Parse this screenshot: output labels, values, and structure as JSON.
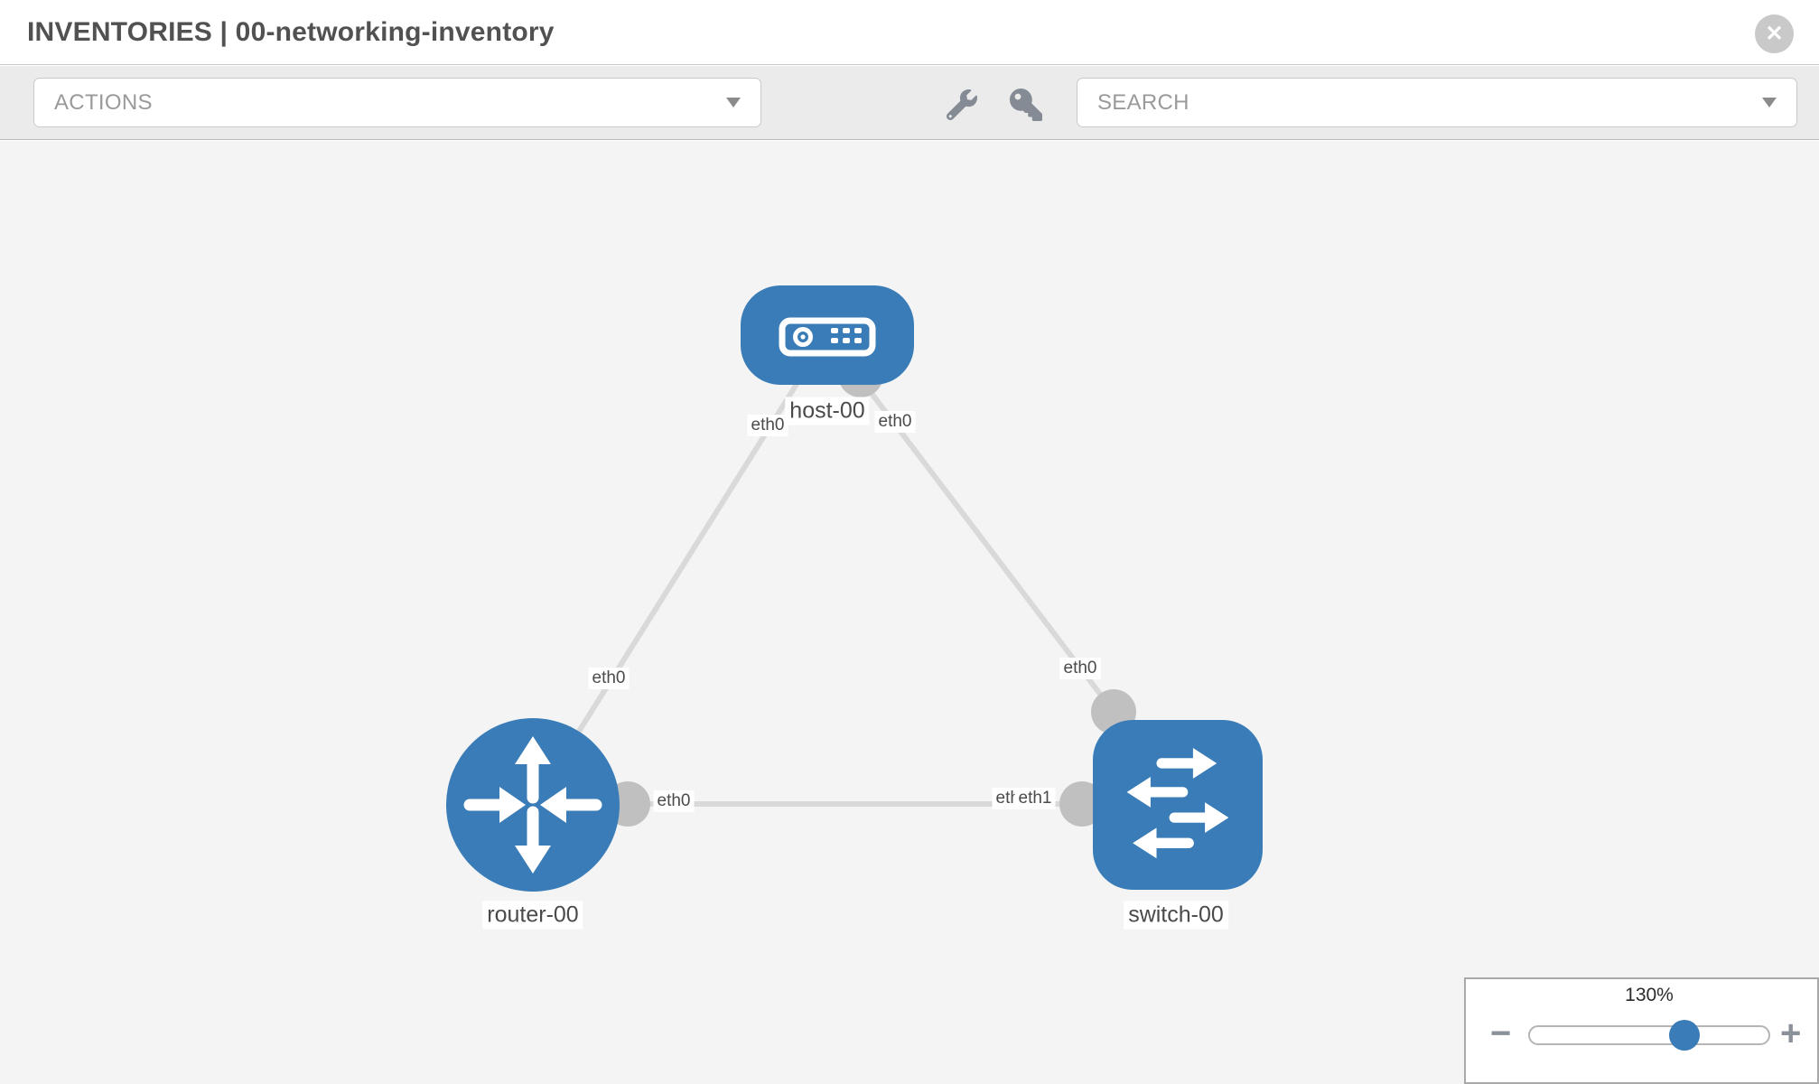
{
  "header": {
    "title": "INVENTORIES | 00-networking-inventory",
    "close_icon": "circle-x-icon"
  },
  "toolbar": {
    "actions_label": "ACTIONS",
    "search_label": "SEARCH",
    "icons": [
      "wrench-icon",
      "key-icon"
    ]
  },
  "topology": {
    "nodes": [
      {
        "id": "host-00",
        "type": "host",
        "label": "host-00"
      },
      {
        "id": "router-00",
        "type": "router",
        "label": "router-00"
      },
      {
        "id": "switch-00",
        "type": "switch",
        "label": "switch-00"
      }
    ],
    "links": [
      {
        "from": "host-00",
        "to": "router-00",
        "from_interface": "eth0",
        "to_interface": "eth0"
      },
      {
        "from": "host-00",
        "to": "switch-00",
        "from_interface": "eth0",
        "to_interface": "eth0"
      },
      {
        "from": "router-00",
        "to": "switch-00",
        "from_interface": "eth0",
        "to_interface": "eth1"
      }
    ]
  },
  "zoom_control": {
    "value": "130%",
    "slider_percent": 65,
    "minus_icon": "minus-icon",
    "plus_icon": "plus-icon"
  },
  "colors": {
    "node_blue": "#3a7cb7",
    "canvas_bg": "#f4f4f4",
    "toolbar_bg": "#ebebeb",
    "link_gray": "#d9d9d9",
    "connector_gray": "#c0c0c0"
  }
}
